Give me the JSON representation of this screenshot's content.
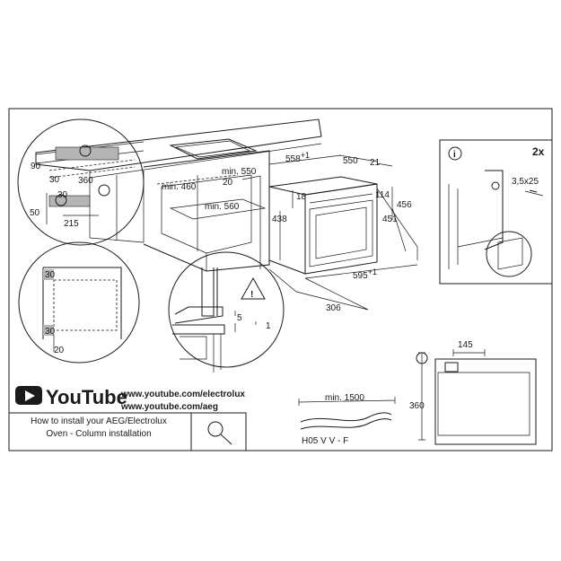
{
  "dimensions": {
    "d90": "90",
    "d30a": "30",
    "d360a": "360",
    "d30b": "30",
    "d50": "50",
    "d215": "215",
    "min460": "min. 460",
    "min550": "min. 550",
    "d20a": "20",
    "min560": "min. 560",
    "d558": "558",
    "d558_sup": "+1",
    "d550": "550",
    "d21": "21",
    "d18": "18",
    "d114": "114",
    "d456": "456",
    "d438": "438",
    "d451": "451",
    "d595": "595",
    "d595_sup": "+1",
    "d306": "306",
    "d30c": "30",
    "d30d": "30",
    "d20b": "20",
    "d5": "5",
    "d1": "1"
  },
  "screw_panel": {
    "count": "2x",
    "screw": "3,5x25"
  },
  "youtube": {
    "logo_text": "YouTube",
    "url_electrolux": "www.youtube.com/electrolux",
    "url_aeg": "www.youtube.com/aeg",
    "caption_line1": "How to install your AEG/Electrolux",
    "caption_line2": "Oven - Column installation"
  },
  "cable": {
    "min_length": "min. 1500",
    "type": "H05 V V - F"
  },
  "side_view": {
    "d145": "145",
    "d360": "360"
  },
  "colors": {
    "youtube_red": "#1a1a1a",
    "line": "#1a1a1a",
    "marker_gray": "#b5b5b5"
  }
}
